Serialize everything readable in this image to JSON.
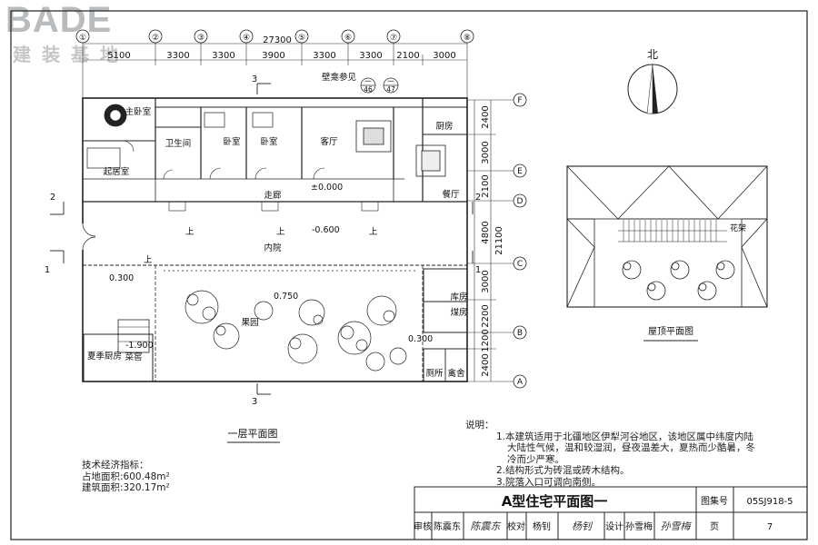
{
  "watermark": {
    "brand": "BADE",
    "sub": "建装基地"
  },
  "dims_top": {
    "total": "27300",
    "segments": [
      "5100",
      "3300",
      "3300",
      "3900",
      "3300",
      "3300",
      "2100",
      "3000"
    ]
  },
  "axes_top": [
    "①",
    "②",
    "③",
    "④",
    "⑤",
    "⑥",
    "⑦",
    "⑧"
  ],
  "dims_right": {
    "segments": [
      "2400",
      "3000",
      "2100",
      "4800",
      "3000",
      "2200",
      "1200",
      "2400"
    ],
    "total": "21100"
  },
  "axes_right": [
    "F",
    "E",
    "D",
    "C",
    "B",
    "A"
  ],
  "rooms": {
    "master_bedroom": "主卧室",
    "bathroom": "卫生间",
    "bedroom1": "卧室",
    "bedroom2": "卧室",
    "living": "客厅",
    "kitchen": "厨房",
    "dining": "餐厅",
    "family_room": "起居室",
    "corridor": "走廊",
    "courtyard": "内院",
    "orchard": "果园",
    "storage": "库房",
    "coal": "煤房",
    "summer_kitchen": "夏季厨房",
    "cellar": "菜窖",
    "kitchen2": "厕所",
    "poultry": "禽舍"
  },
  "labels": {
    "niche_ref": "壁龛参见",
    "ref_a_top": "一",
    "ref_a_bot": "46",
    "ref_b_top": "一",
    "ref_b_bot": "47",
    "up1": "上",
    "up2": "上",
    "up3": "上",
    "up4": "上",
    "elev_floor": "±0.000",
    "elev_court": "-0.600",
    "elev_orchard": "0.750",
    "elev_left": "0.300",
    "elev_right": "0.300",
    "elev_cellar": "-1.900",
    "section_top": "3",
    "section_bottom": "3",
    "section_left_top": "2",
    "section_left_bottom": "1",
    "section_right_top": "2",
    "section_right_bottom": "1"
  },
  "north": "北",
  "roof": {
    "title": "屋顶平面图",
    "trellis": "花架"
  },
  "plan_title": "一层平面图",
  "notes": {
    "title": "说明：",
    "lines": [
      "1.本建筑适用于北疆地区伊犁河谷地区，该地区属中纬度内陆",
      "大陆性气候，温和较湿润，昼夜温差大，夏热而少酷暑，冬",
      "冷而少严寒。",
      "2.结构形式为砖混或砖木结构。",
      "3.院落入口可调向南侧。"
    ]
  },
  "tech": {
    "title": "技术经济指标：",
    "site": "占地面积:600.48m²",
    "building": "建筑面积:320.17m²"
  },
  "title_block": {
    "drawing_title": "A型住宅平面图一",
    "atlas_label": "图集号",
    "atlas_no": "05SJ918-5",
    "audit_label": "审核",
    "auditor": "陈震东",
    "audit_sig": "陈震东",
    "check_label": "校对",
    "checker": "杨钊",
    "check_sig": "杨钊",
    "design_label": "设计",
    "designer": "孙雪梅",
    "design_sig": "孙雪梅",
    "page_label": "页",
    "page_no": "7"
  }
}
